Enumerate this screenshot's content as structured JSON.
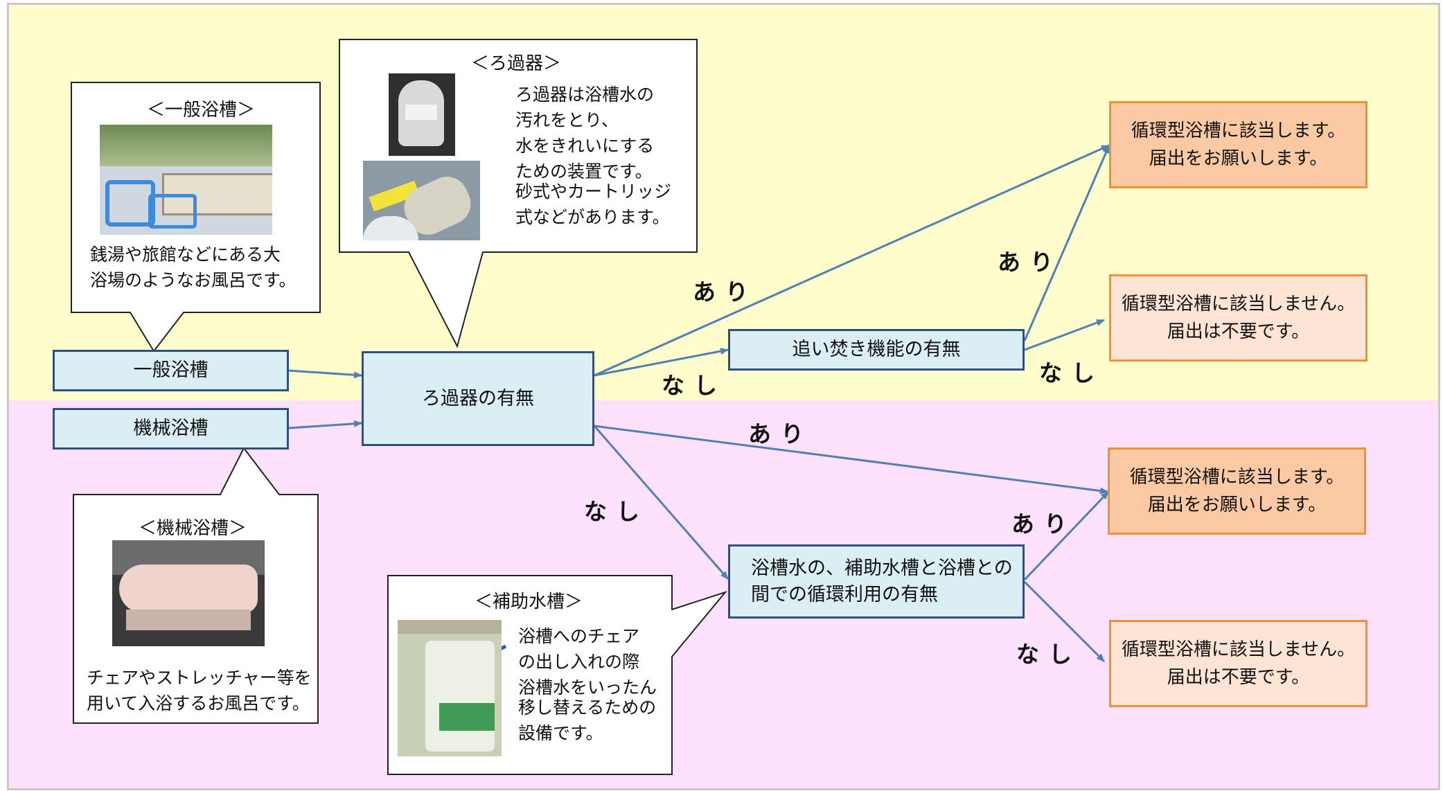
{
  "colors": {
    "band_top": "#fefdcc",
    "band_bottom": "#fde1fd",
    "node_fill": "#dbeef4",
    "node_border": "#2f4f7e",
    "arrow": "#4f7fb5",
    "result_yes": "#fbc9a4",
    "result_no": "#fde4d5",
    "result_border": "#f0902f"
  },
  "nodes": {
    "general_bath": "一般浴槽",
    "mechanical_bath": "機械浴槽",
    "filter_check": "ろ過器の有無",
    "reheat_check": "追い焚き機能の有無",
    "aux_tank_check": "浴槽水の、補助水槽と浴槽との間での循環利用の有無"
  },
  "results": {
    "applies_line1": "循環型浴槽に該当します。",
    "applies_line2": "届出をお願いします。",
    "not_applies_line1": "循環型浴槽に該当しません。",
    "not_applies_line2": "届出は不要です。"
  },
  "edge_labels": {
    "yes": "あり",
    "no": "なし"
  },
  "callouts": {
    "general": {
      "title": "＜一般浴槽＞",
      "lines": [
        "銭湯や旅館などにある大",
        "浴場のようなお風呂です。"
      ]
    },
    "filter": {
      "title": "＜ろ過器＞",
      "lines": [
        "ろ過器は浴槽水の",
        "汚れをとり、",
        "水をきれいにする",
        "ための装置です。",
        "砂式やカートリッジ",
        "式などがあります。"
      ]
    },
    "mechanical": {
      "title": "＜機械浴槽＞",
      "lines": [
        "チェアやストレッチャー等を",
        "用いて入浴するお風呂です。"
      ]
    },
    "aux_tank": {
      "title": "＜補助水槽＞",
      "lines": [
        "浴槽へのチェア",
        "の出し入れの際",
        "浴槽水をいったん",
        "移し替えるための",
        "設備です。"
      ]
    }
  }
}
